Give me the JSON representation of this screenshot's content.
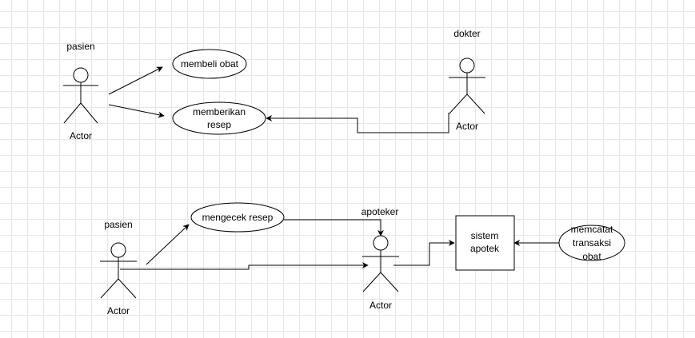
{
  "diagram": {
    "actors": [
      {
        "id": "pasien1",
        "role": "pasien",
        "label": "Actor"
      },
      {
        "id": "dokter",
        "role": "dokter",
        "label": "Actor"
      },
      {
        "id": "pasien2",
        "role": "pasien",
        "label": "Actor"
      },
      {
        "id": "apoteker",
        "role": "apoteker",
        "label": "Actor"
      }
    ],
    "usecases": [
      {
        "id": "membeli",
        "lines": [
          "membeli obat"
        ]
      },
      {
        "id": "memberikan",
        "lines": [
          "memberikan",
          "resep"
        ]
      },
      {
        "id": "mengecek",
        "lines": [
          "mengecek resep"
        ]
      },
      {
        "id": "memcatat",
        "lines": [
          "memcatat",
          "transaksi",
          "obat"
        ]
      }
    ],
    "system": {
      "id": "sistem",
      "lines": [
        "sistem",
        "apotek"
      ]
    },
    "connections": [
      {
        "from": "pasien1",
        "to": "membeli"
      },
      {
        "from": "pasien1",
        "to": "memberikan"
      },
      {
        "from": "dokter",
        "to": "memberikan"
      },
      {
        "from": "pasien2",
        "to": "mengecek"
      },
      {
        "from": "mengecek",
        "to": "apoteker"
      },
      {
        "from": "pasien2",
        "to": "apoteker"
      },
      {
        "from": "apoteker",
        "to": "sistem"
      },
      {
        "from": "memcatat",
        "to": "sistem"
      }
    ]
  }
}
